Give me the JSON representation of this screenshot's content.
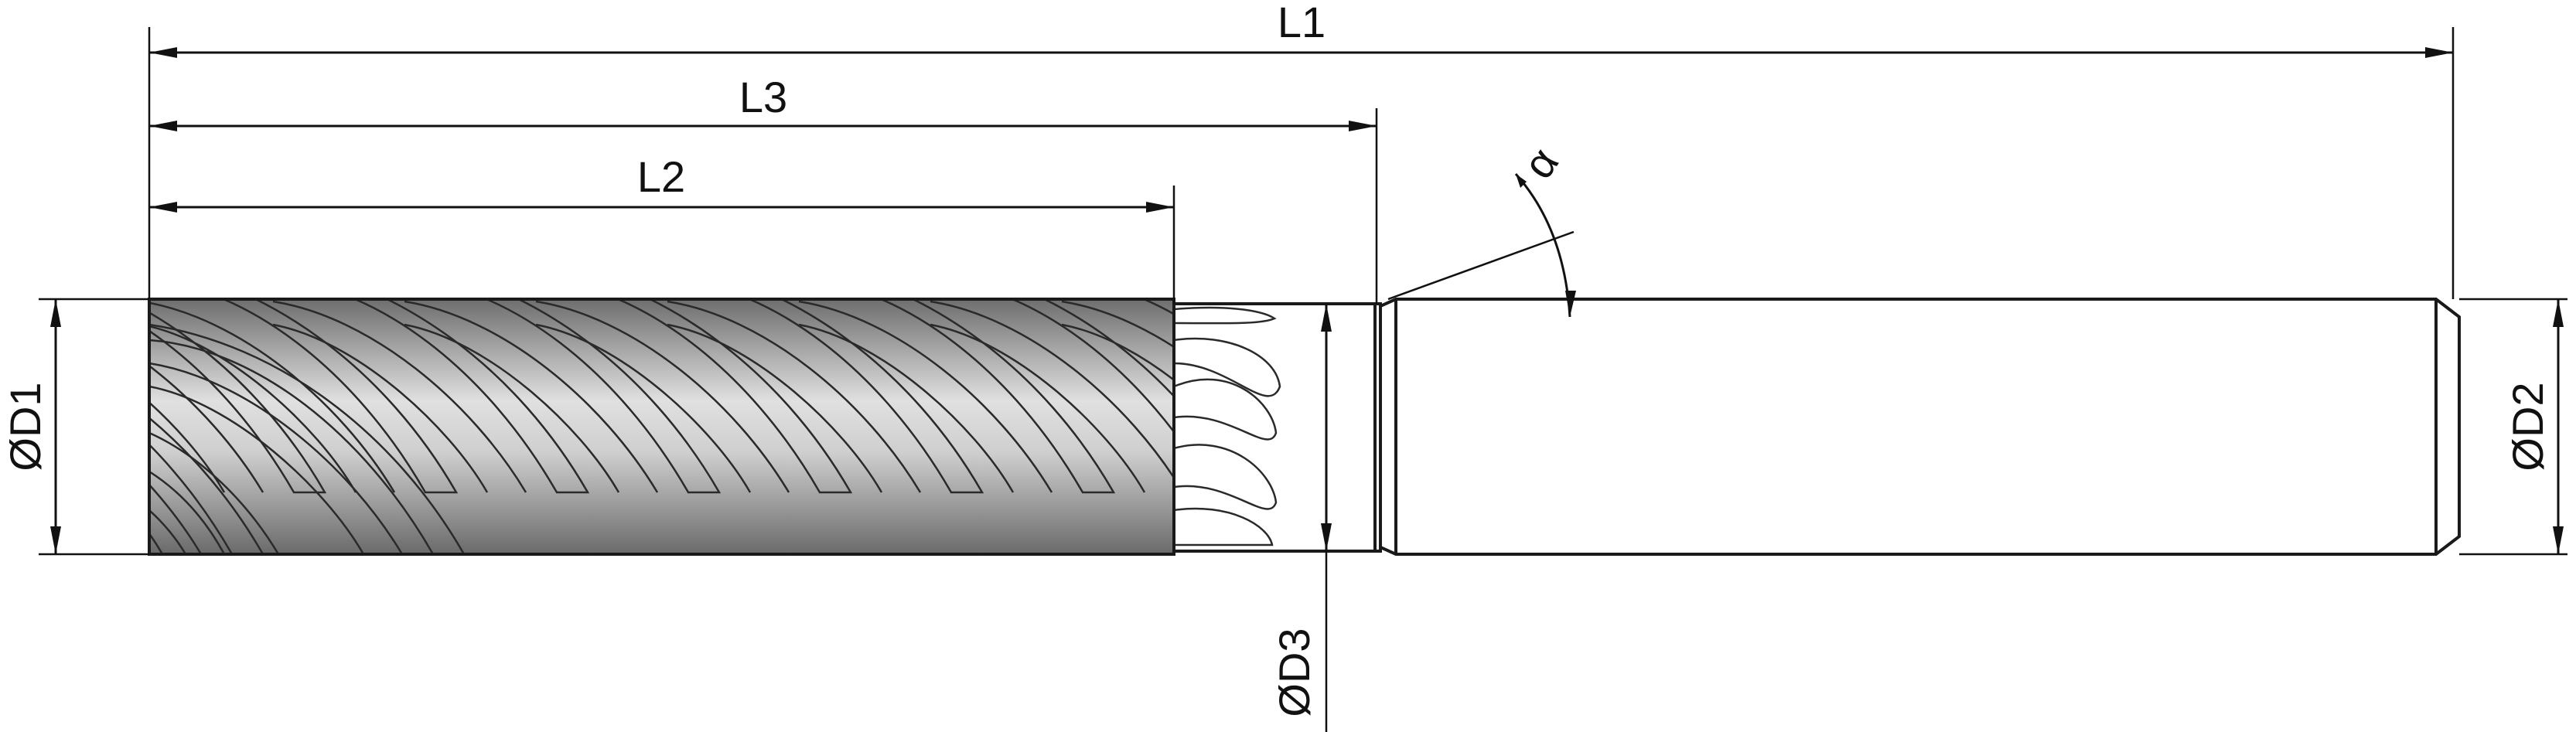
{
  "labels": {
    "l1": "L1",
    "l2": "L2",
    "l3": "L3",
    "d1": "ØD1",
    "d2": "ØD2",
    "d3": "ØD3",
    "alpha": "α"
  },
  "colors": {
    "line": "#111111",
    "metal_light": "#f4f4f4",
    "metal_mid": "#bdbdbd",
    "metal_dark": "#7a7a7a",
    "flute_dark": "#5c5c5c",
    "background": "#ffffff"
  }
}
